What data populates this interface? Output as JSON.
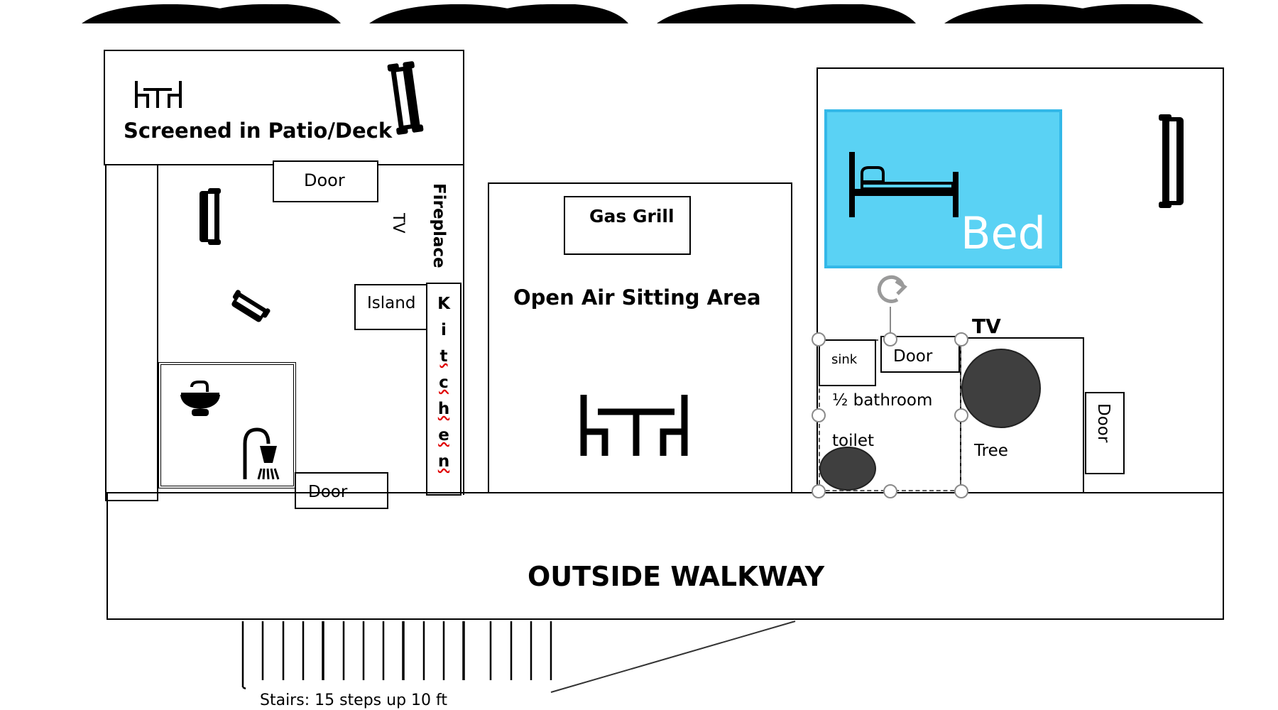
{
  "labels": {
    "patio": "Screened in Patio/Deck",
    "door_patio": "Door",
    "tv_left": "TV",
    "fireplace": "Fireplace",
    "island": "Island",
    "kitchen": [
      "K",
      "i",
      "t",
      "c",
      "h",
      "e",
      "n"
    ],
    "door_bottom_left": "Door",
    "gas_grill": "Gas Grill",
    "open_air": "Open Air Sitting Area",
    "bed": "Bed",
    "tv_right": "TV",
    "sink": "sink",
    "door_bath": "Door",
    "half_bath": "½ bathroom",
    "toilet": "toilet",
    "tree": "Tree",
    "door_right": "Door",
    "walkway": "OUTSIDE WALKWAY",
    "stairs": "Stairs: 15 steps up 10 ft"
  },
  "colors": {
    "bed_fill": "#5ad2f4",
    "bed_border": "#33b8e8",
    "bed_text": "#ffffff",
    "dark_fill": "#3f3f3f",
    "line": "#000000",
    "handle_stroke": "#8a8a8a"
  },
  "icons": [
    "dining-table-icon",
    "sofa-icon",
    "bed-icon",
    "sink-icon",
    "shower-icon",
    "rotate-handle-icon",
    "tree-icon"
  ]
}
